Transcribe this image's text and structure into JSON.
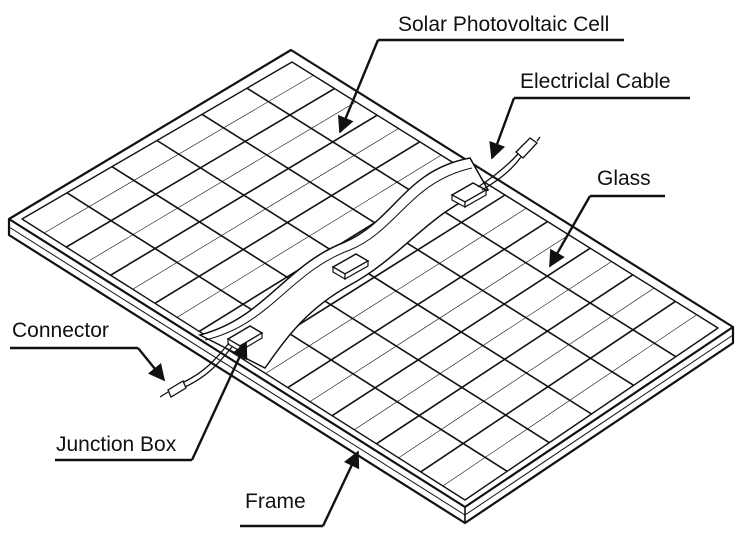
{
  "labels": {
    "solar_cell": "Solar Photovoltaic Cell",
    "cable": "Electriclal Cable",
    "glass": "Glass",
    "connector": "Connector",
    "junction_box": "Junction Box",
    "frame": "Frame"
  },
  "colors": {
    "ink": "#111111",
    "background": "#ffffff"
  }
}
